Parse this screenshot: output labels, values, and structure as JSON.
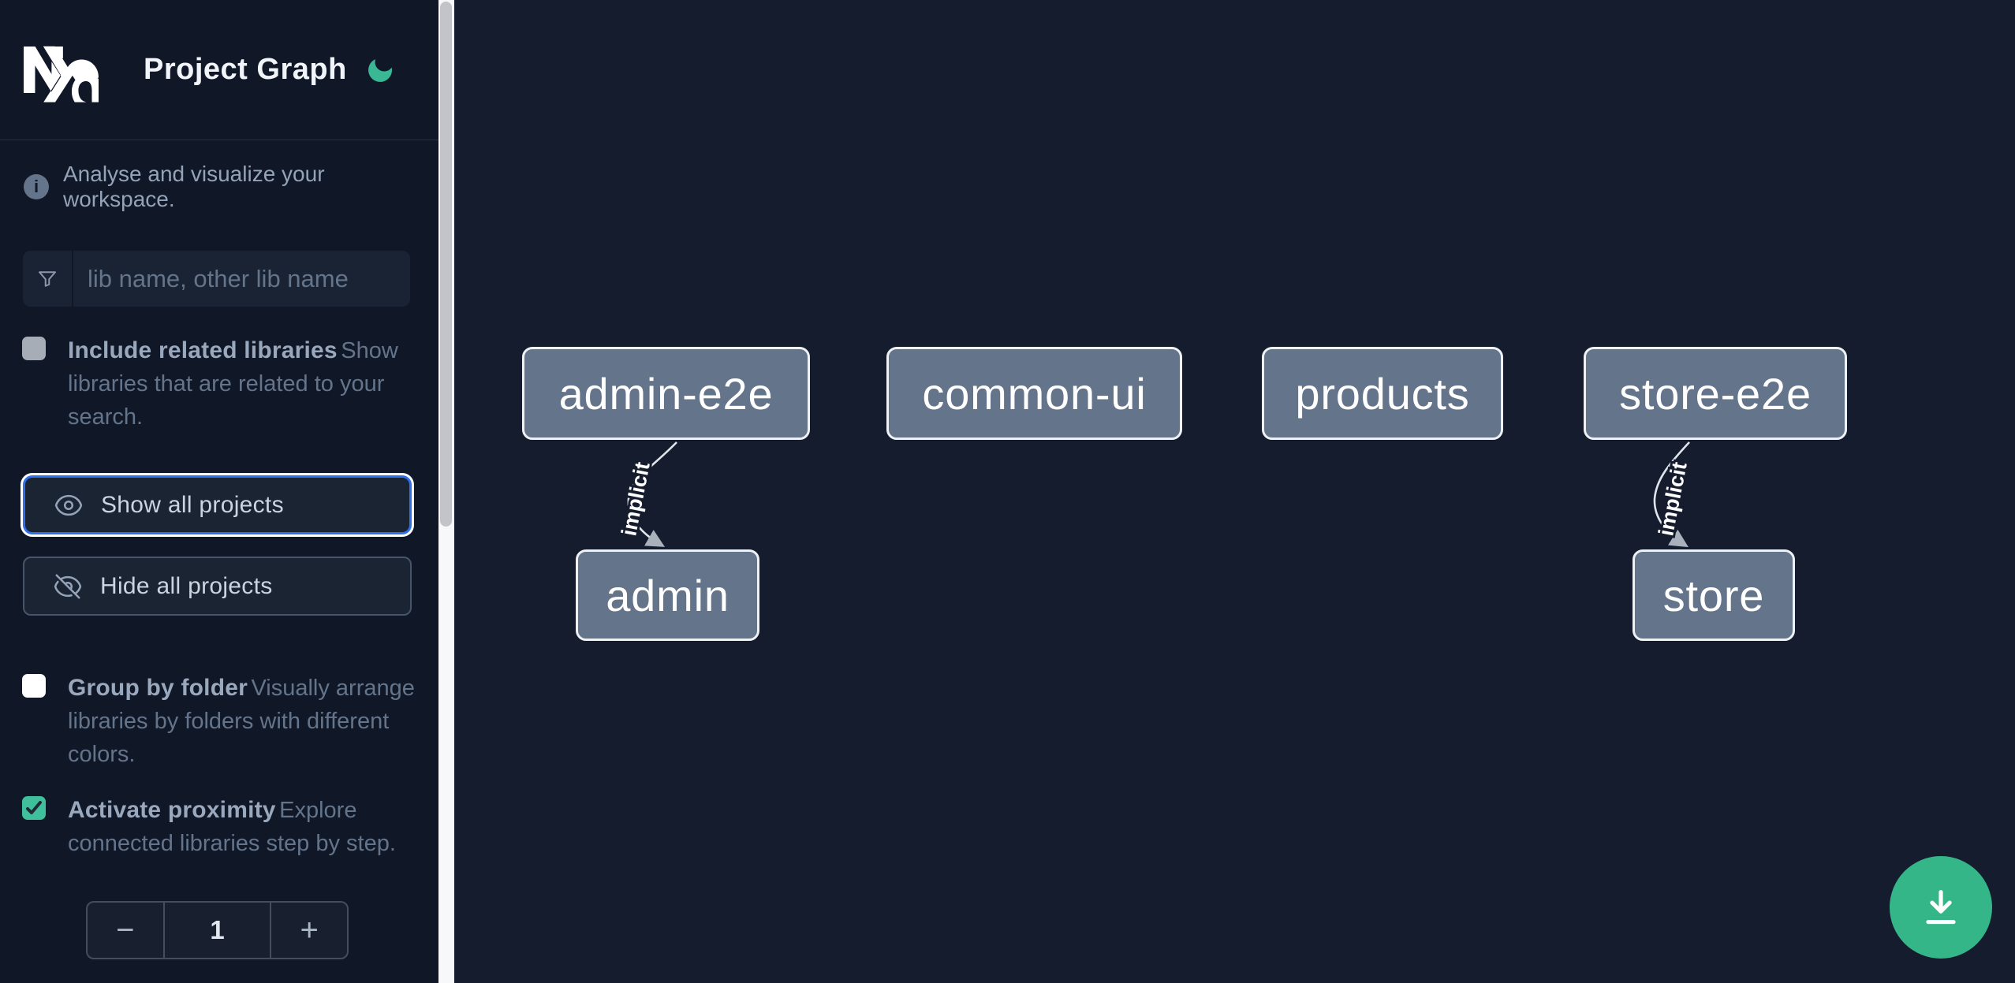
{
  "theme": {
    "accent_green": "#3ab795",
    "focus_blue": "#2f6feb",
    "node_fill": "#64748b",
    "sidebar_bg": "#101828",
    "canvas_bg": "#151c2d"
  },
  "sidebar": {
    "logo": "nx-logo",
    "title": "Project Graph",
    "theme_toggle_icon": "moon-icon",
    "tagline": "Analyse and visualize your workspace.",
    "search": {
      "icon": "funnel-filter-icon",
      "placeholder": "lib name, other lib name",
      "value": ""
    },
    "options": [
      {
        "label": "Include related libraries",
        "description": "Show libraries that are related to your search.",
        "checked": false
      },
      {
        "label": "Group by folder",
        "description": "Visually arrange libraries by folders with different colors.",
        "checked": false
      },
      {
        "label": "Activate proximity",
        "description": "Explore connected libraries step by step.",
        "checked": true
      }
    ],
    "buttons": [
      {
        "icon": "eye-icon",
        "label": "Show all projects",
        "focused": true
      },
      {
        "icon": "eye-slash-icon",
        "label": "Hide all projects",
        "focused": false
      }
    ],
    "proximity_stepper": {
      "decrement_label": "−",
      "value": "1",
      "increment_label": "+"
    }
  },
  "graph": {
    "nodes": [
      {
        "id": "admin-e2e",
        "label": "admin-e2e"
      },
      {
        "id": "common-ui",
        "label": "common-ui"
      },
      {
        "id": "products",
        "label": "products"
      },
      {
        "id": "store-e2e",
        "label": "store-e2e"
      },
      {
        "id": "admin",
        "label": "admin"
      },
      {
        "id": "store",
        "label": "store"
      }
    ],
    "edges": [
      {
        "source": "admin-e2e",
        "target": "admin",
        "label": "implicit"
      },
      {
        "source": "store-e2e",
        "target": "store",
        "label": "implicit"
      }
    ]
  },
  "fab": {
    "icon": "download-icon"
  }
}
